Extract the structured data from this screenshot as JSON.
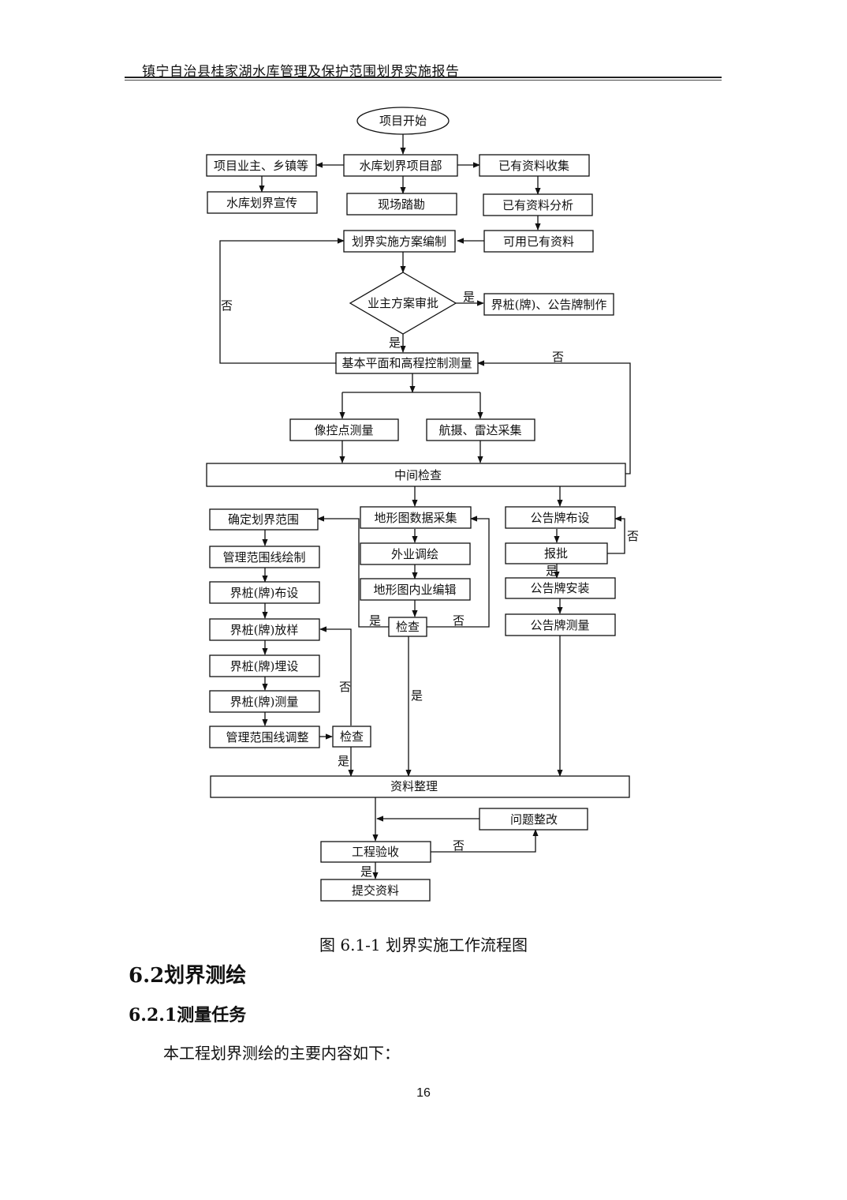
{
  "header": {
    "title": "镇宁自治县桂家湖水库管理及保护范围划界实施报告"
  },
  "flowchart": {
    "start": "项目开始",
    "owner": "项目业主、乡镇等",
    "dept": "水库划界项目部",
    "collect": "已有资料收集",
    "publicity": "水库划界宣传",
    "survey": "现场踏勘",
    "analyze": "已有资料分析",
    "plan": "划界实施方案编制",
    "usable": "可用已有资料",
    "approve": "业主方案审批",
    "makepile": "界桩(牌)、公告牌制作",
    "control": "基本平面和高程控制测量",
    "imgctrl": "像控点测量",
    "aerial": "航摄、雷达采集",
    "midcheck": "中间检查",
    "range": "确定划界范围",
    "topo": "地形图数据采集",
    "signlay": "公告牌布设",
    "mgline": "管理范围线绘制",
    "field": "外业调绘",
    "report": "报批",
    "pilelay": "界桩(牌)布设",
    "indoor": "地形图内业编辑",
    "signinst": "公告牌安装",
    "pilestake": "界桩(牌)放样",
    "check1": "检查",
    "signmeas": "公告牌测量",
    "pilebury": "界桩(牌)埋设",
    "pilemeas": "界桩(牌)测量",
    "mgadjust": "管理范围线调整",
    "check2": "检查",
    "organize": "资料整理",
    "fix": "问题整改",
    "accept": "工程验收",
    "submit": "提交资料",
    "yes": "是",
    "no": "否"
  },
  "caption": "图  6.1-1 划界实施工作流程图",
  "section": {
    "heading": "6.2划界测绘"
  },
  "subsection": {
    "heading": "6.2.1测量任务"
  },
  "paragraph": "本工程划界测绘的主要内容如下：",
  "page_number": "16"
}
